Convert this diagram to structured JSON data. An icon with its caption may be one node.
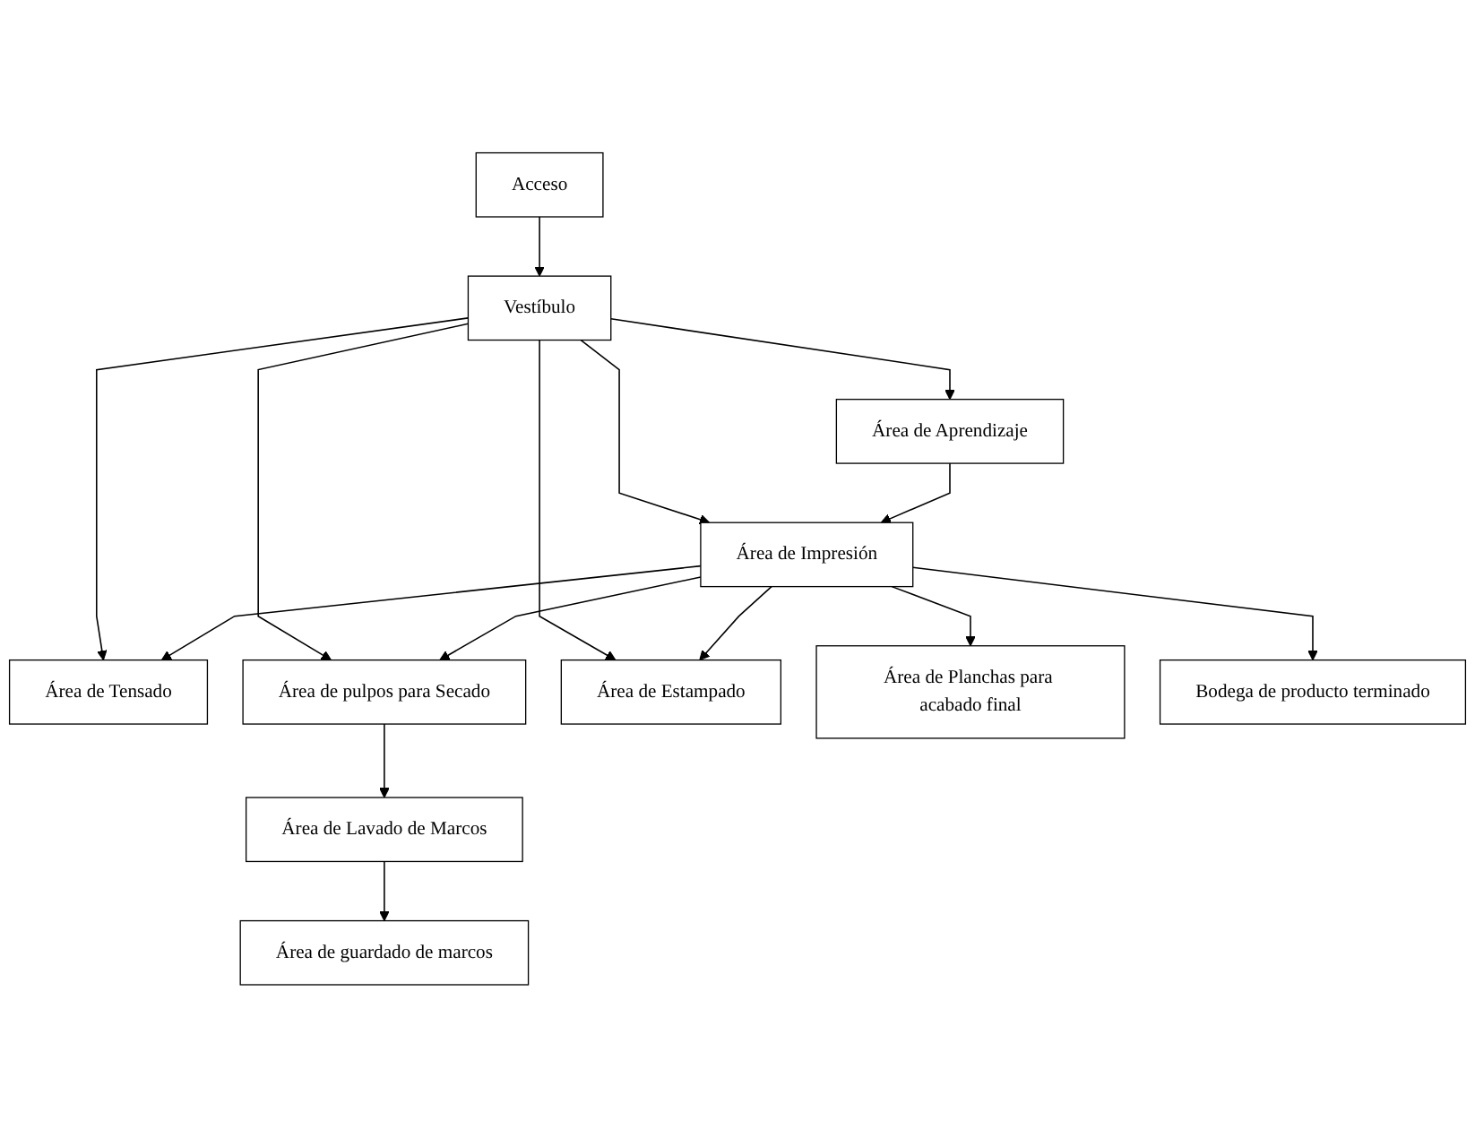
{
  "diagram": {
    "nodes": [
      {
        "text": [
          "Acceso"
        ]
      },
      {
        "text": [
          "Vestíbulo"
        ]
      },
      {
        "text": [
          "Área de Tensado"
        ]
      },
      {
        "text": [
          "Área de Aprendizaje"
        ]
      },
      {
        "text": [
          "Área de pulpos para Secado"
        ]
      },
      {
        "text": [
          "Área de Impresión"
        ]
      },
      {
        "text": [
          "Área de Estampado"
        ]
      },
      {
        "text": [
          "Área de Lavado de Marcos"
        ]
      },
      {
        "text": [
          "Área de Planchas para acabado final"
        ]
      },
      {
        "text": [
          "Área de guardado de marcos"
        ]
      },
      {
        "text": [
          "Bodega de producto terminado"
        ]
      }
    ],
    "edges": [
      {
        "from": 0,
        "to": 1,
        "arrow": "to"
      },
      {
        "from": 1,
        "to": 2,
        "arrow": "to"
      },
      {
        "from": 1,
        "to": 3,
        "arrow": "to"
      },
      {
        "from": 1,
        "to": 6,
        "arrow": "to"
      },
      {
        "from": 1,
        "to": 5,
        "arrow": "to"
      },
      {
        "from": 1,
        "to": 4,
        "arrow": "to"
      },
      {
        "from": 5,
        "to": 2,
        "arrow": "to"
      },
      {
        "from": 3,
        "to": 5,
        "arrow": "to"
      },
      {
        "from": 5,
        "to": 4,
        "arrow": "to"
      },
      {
        "from": 5,
        "to": 6,
        "arrow": "to"
      },
      {
        "from": 5,
        "to": 8,
        "arrow": "to"
      },
      {
        "from": 5,
        "to": 10,
        "arrow": "to"
      },
      {
        "from": 4,
        "to": 7,
        "arrow": "to"
      },
      {
        "from": 7,
        "to": 9,
        "arrow": "to"
      }
    ]
  }
}
